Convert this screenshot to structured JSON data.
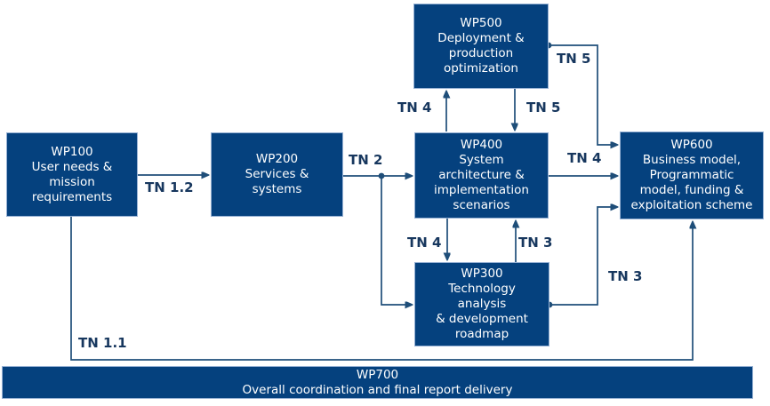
{
  "colors": {
    "box_fill": "#05417E",
    "box_border": "#97B1D4",
    "line": "#1F4E79",
    "label_text": "#17375E",
    "box_text": "#FFFFFF",
    "page_bg": "#FFFFFF"
  },
  "diagram": {
    "boxes": {
      "wp100": "WP100\nUser needs &\nmission\nrequirements",
      "wp200": "WP200\nServices &\nsystems",
      "wp300": "WP300\nTechnology\nanalysis\n& development\nroadmap",
      "wp400": "WP400\nSystem\narchitecture &\nimplementation\nscenarios",
      "wp500": "WP500\nDeployment &\nproduction\noptimization",
      "wp600": "WP600\nBusiness model,\nProgrammatic\nmodel, funding &\nexploitation scheme",
      "wp700": "WP700\nOverall coordination and final report delivery"
    },
    "connector_labels": {
      "tn_1_2": "TN 1.2",
      "tn_2": "TN 2",
      "tn_4_wp400_wp500": "TN 4",
      "tn_5_wp500_wp400": "TN 5",
      "tn_5_wp500_wp600": "TN 5",
      "tn_4_wp400_wp600": "TN 4",
      "tn_4_wp400_wp300": "TN 4",
      "tn_3_wp300_wp400": "TN 3",
      "tn_3_wp300_wp600": "TN 3",
      "tn_1_1": "TN 1.1"
    }
  }
}
